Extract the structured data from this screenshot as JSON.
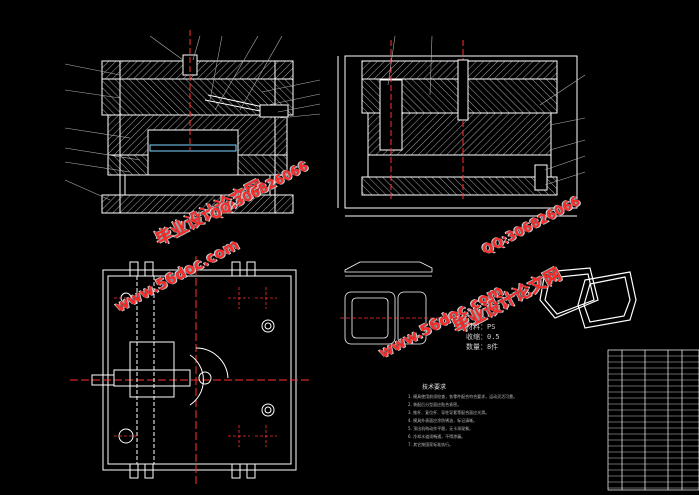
{
  "watermarks": {
    "brand_cn": "毕业设计论文网",
    "site": "www.56doc.com",
    "qq": "QQ:306826066"
  },
  "material_note": {
    "material": "材料：PS",
    "shrink": "收缩：0.5",
    "count": "数量：8件"
  },
  "tech_requirements": {
    "title": "技术要求",
    "lines": [
      "1. 模具使用前须检查，各零件配合符合要求，运动灵活可靠。",
      "2. 装配后分型面应贴合紧密。",
      "3. 推杆、复位杆、导柱导套等配合面应光滑。",
      "4. 模具外表面应涂防锈油，标记清晰。",
      "5. 顶出机构动作平稳，无卡滞现象。",
      "6. 冷却水道须畅通，不得渗漏。",
      "7. 其它按国家标准执行。"
    ]
  },
  "colors": {
    "background": "#000000",
    "outline": "#ffffff",
    "hatch": "#d9d9d9",
    "center_line": "#ff3030",
    "leader": "#b0b0b0",
    "part_cyan": "#7fd6ff",
    "watermark": "#ff2a2a"
  }
}
